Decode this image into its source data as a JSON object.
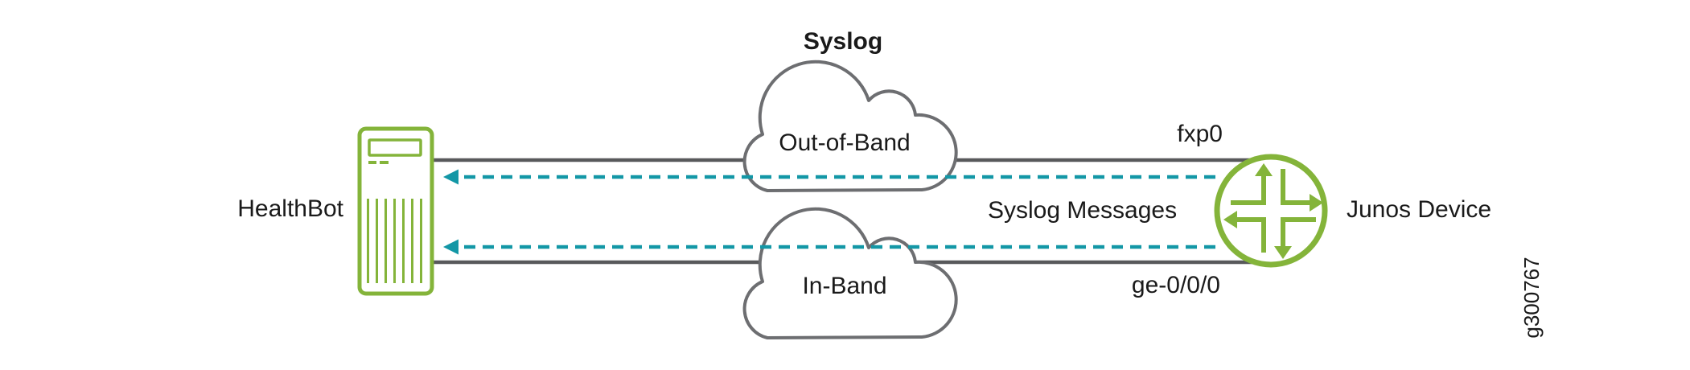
{
  "diagram": {
    "title": "Syslog",
    "figure_id": "g300767",
    "nodes": {
      "healthbot": {
        "label": "HealthBot"
      },
      "junos_device": {
        "label": "Junos Device"
      }
    },
    "clouds": {
      "out_of_band": {
        "label": "Out-of-Band"
      },
      "in_band": {
        "label": "In-Band"
      }
    },
    "links": {
      "message_label": "Syslog Messages",
      "top_interface": "fxp0",
      "bottom_interface": "ge-0/0/0"
    },
    "colors": {
      "juniper_green": "#84b43a",
      "syslog_teal": "#1397a6",
      "link_gray": "#58595b",
      "cloud_gray": "#6d6e71",
      "text_black": "#1a1a1a"
    }
  }
}
